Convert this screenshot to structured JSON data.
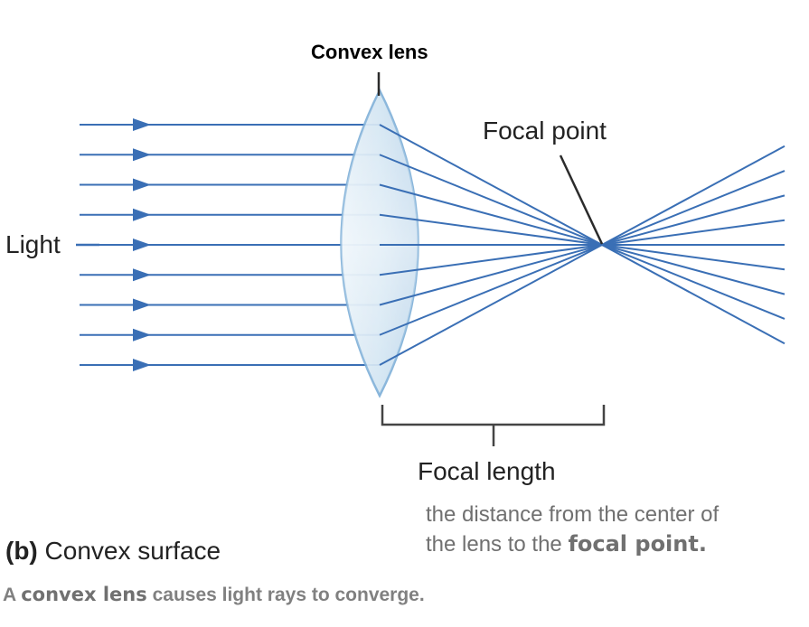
{
  "diagram": {
    "lens_label": "Convex lens",
    "focal_point_label": "Focal point",
    "light_label": "Light",
    "focal_length_label": "Focal length"
  },
  "definition": {
    "line1": "the distance from the center of",
    "line2_prefix": "the lens to the ",
    "line2_bold": "focal point."
  },
  "caption": {
    "tag": "(b)",
    "title": "Convex surface"
  },
  "summary": {
    "prefix": "A ",
    "bold": "convex lens",
    "suffix": " causes light rays to converge."
  },
  "colors": {
    "ray": "#3a6fb5",
    "lens_fill": "#cfe3f1",
    "lens_edge": "#7fb0d8",
    "pointer": "#2b2b2b"
  },
  "ray_count": 9
}
